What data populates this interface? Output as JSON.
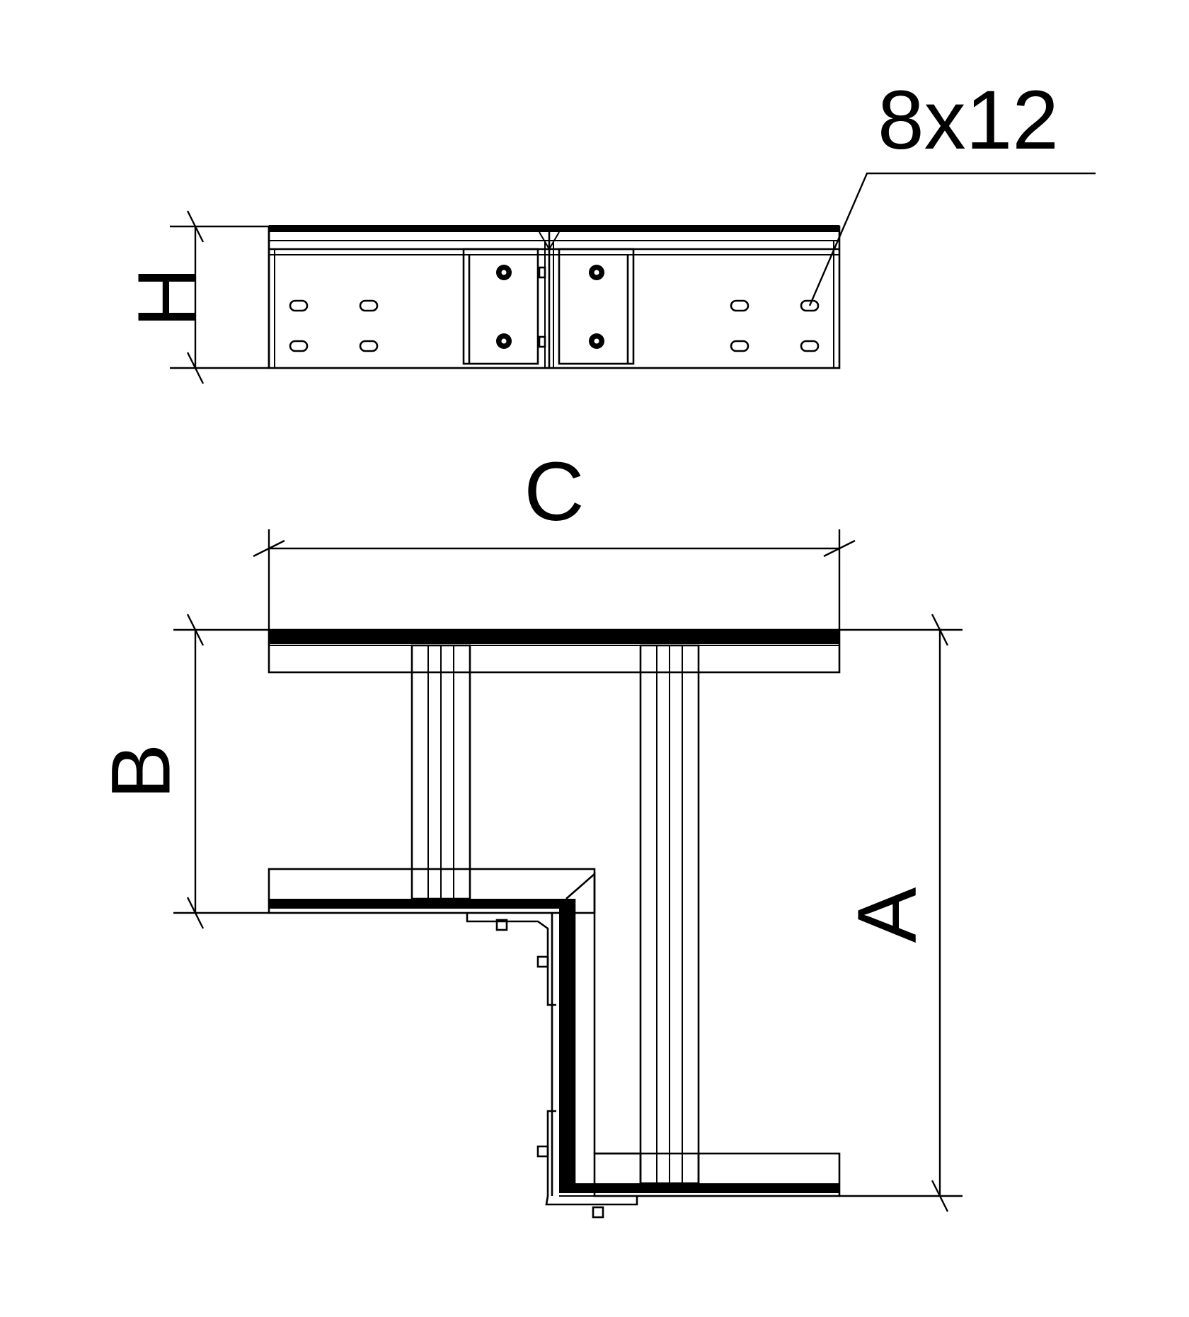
{
  "dimensions": {
    "h": "H",
    "c": "C",
    "b": "B",
    "a": "A"
  },
  "hole_callout": "8x12"
}
